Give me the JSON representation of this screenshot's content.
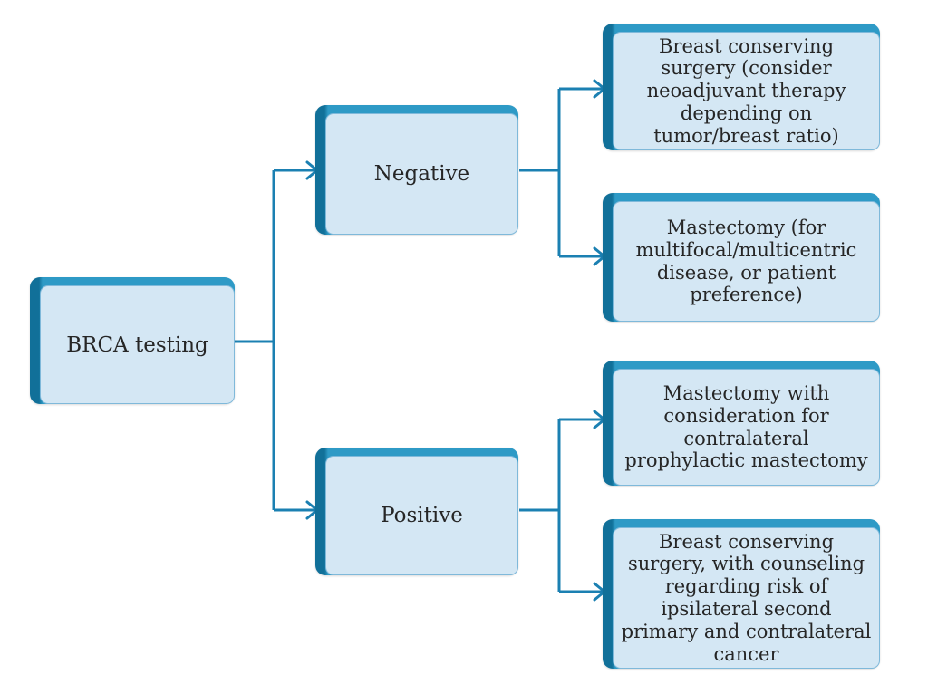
{
  "diagram": {
    "type": "decision-flowchart",
    "root": {
      "label": "BRCA testing"
    },
    "branches": [
      {
        "label": "Negative",
        "outcomes": [
          "Breast conserving surgery (consider neoadjuvant therapy depending on tumor/breast ratio)",
          "Mastectomy (for multifocal/multicentric disease, or patient preference)"
        ]
      },
      {
        "label": "Positive",
        "outcomes": [
          "Mastectomy with consideration for contralateral prophylactic mastectomy",
          "Breast conserving surgery, with counseling regarding risk of ipsilateral second primary and contralateral cancer"
        ]
      }
    ],
    "colors": {
      "background": "#ffffff",
      "box_fill": "#d4e7f4",
      "box_edge_top": "#2e9ac6",
      "box_edge_left": "#117099",
      "box_inner_border": "#7fb9da",
      "connector_line": "#1b80b2",
      "text": "#262626"
    }
  }
}
